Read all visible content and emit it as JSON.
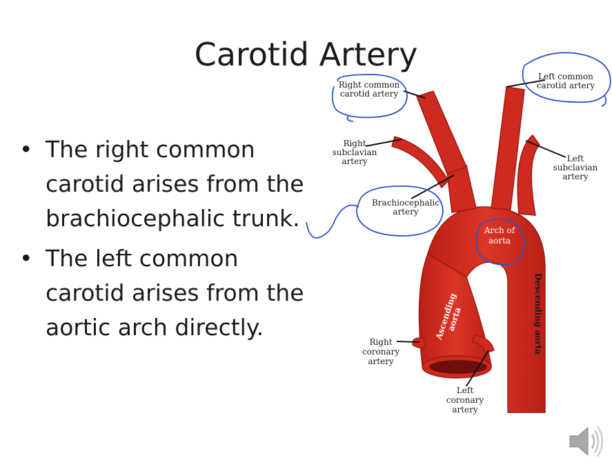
{
  "slide": {
    "title": "Carotid Artery",
    "bullets": [
      "The right common carotid arises from the brachiocephalic trunk.",
      " The left common carotid arises from the aortic arch directly."
    ]
  },
  "diagram": {
    "labels": {
      "right_common_carotid": [
        "Right common",
        "carotid artery"
      ],
      "left_common_carotid": [
        "Left common",
        "carotid artery"
      ],
      "right_subclavian": [
        "Right",
        "subclavian",
        "artery"
      ],
      "left_subclavian": [
        "Left",
        "subclavian",
        "artery"
      ],
      "brachiocephalic": [
        "Brachiocephalic",
        "artery"
      ],
      "arch_of_aorta": [
        "Arch of",
        "aorta"
      ],
      "ascending_aorta": [
        "Ascending",
        "aorta"
      ],
      "descending_aorta": "Descending aorta",
      "right_coronary": [
        "Right",
        "coronary",
        "artery"
      ],
      "left_coronary": [
        "Left",
        "coronary",
        "artery"
      ]
    },
    "colors": {
      "artery": "#cf2a1f",
      "artery_dark": "#8e1510",
      "annotation": "#2f52c8"
    }
  },
  "icons": {
    "audio": "speaker-icon"
  }
}
